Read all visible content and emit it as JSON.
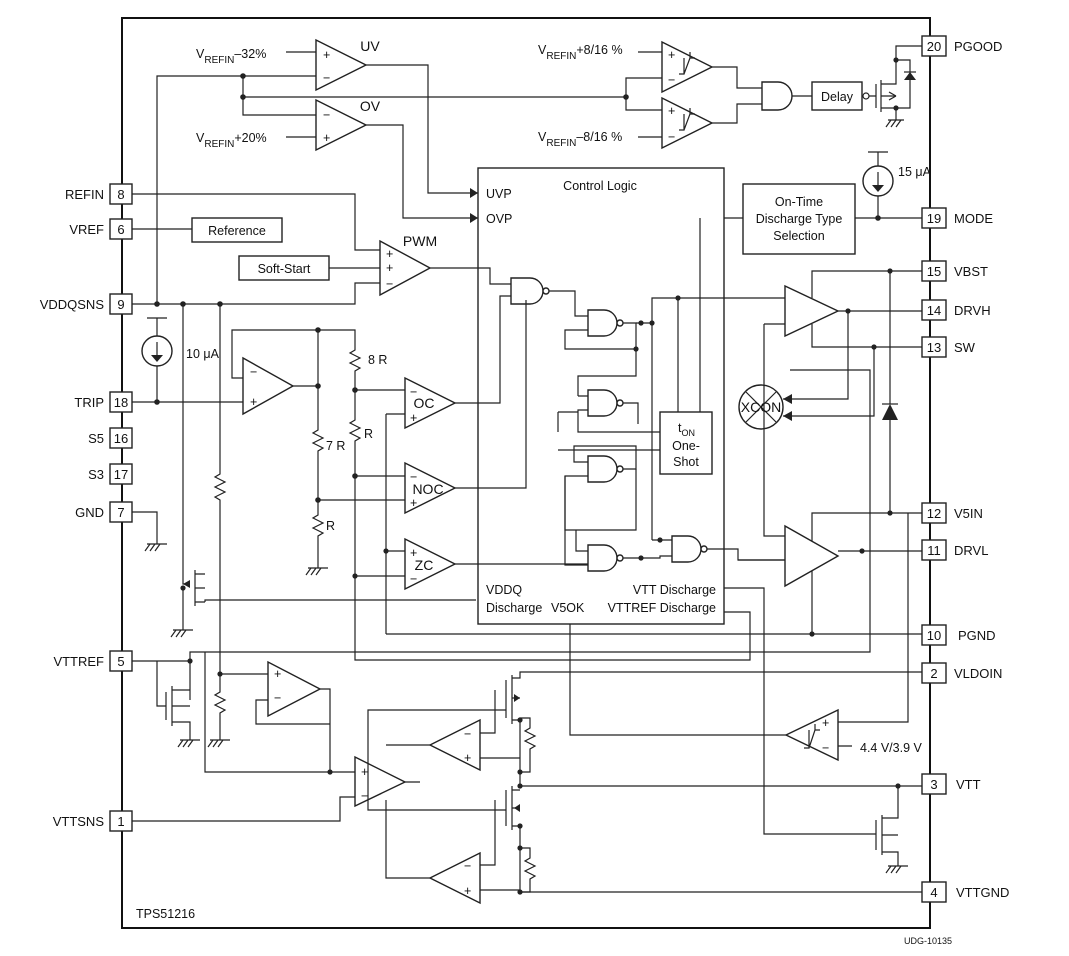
{
  "chip": {
    "name": "TPS51216",
    "doc_id": "UDG-10135"
  },
  "pins_left": [
    {
      "num": "8",
      "name": "REFIN"
    },
    {
      "num": "6",
      "name": "VREF"
    },
    {
      "num": "9",
      "name": "VDDQSNS"
    },
    {
      "num": "18",
      "name": "TRIP"
    },
    {
      "num": "16",
      "name": "S5"
    },
    {
      "num": "17",
      "name": "S3"
    },
    {
      "num": "7",
      "name": "GND"
    },
    {
      "num": "5",
      "name": "VTTREF"
    },
    {
      "num": "1",
      "name": "VTTSNS"
    }
  ],
  "pins_right": [
    {
      "num": "20",
      "name": "PGOOD"
    },
    {
      "num": "19",
      "name": "MODE"
    },
    {
      "num": "15",
      "name": "VBST"
    },
    {
      "num": "14",
      "name": "DRVH"
    },
    {
      "num": "13",
      "name": "SW"
    },
    {
      "num": "12",
      "name": "V5IN"
    },
    {
      "num": "11",
      "name": "DRVL"
    },
    {
      "num": "10",
      "name": "PGND"
    },
    {
      "num": "2",
      "name": "VLDOIN"
    },
    {
      "num": "3",
      "name": "VTT"
    },
    {
      "num": "4",
      "name": "VTTGND"
    }
  ],
  "refs": {
    "refin_m32": {
      "sub": "REFIN",
      "suffix": "–32%"
    },
    "refin_p20": {
      "sub": "REFIN",
      "suffix": "+20%"
    },
    "refin_p8": {
      "sub": "REFIN",
      "suffix": "+8/16 %"
    },
    "refin_m8": {
      "sub": "REFIN",
      "suffix": "–8/16 %"
    },
    "v": "V"
  },
  "comparators": {
    "uv": "UV",
    "ov": "OV",
    "pwm": "PWM",
    "oc": "OC",
    "noc": "NOC",
    "zc": "ZC",
    "xcon": "XCON"
  },
  "blocks": {
    "reference": "Reference",
    "soft_start": "Soft-Start",
    "delay": "Delay",
    "on_time": [
      "On-Time",
      "Discharge Type",
      "Selection"
    ],
    "control_logic": "Control Logic",
    "uvp": "UVP",
    "ovp": "OVP",
    "ton_t": "t",
    "ton_sub": "ON",
    "one_shot": [
      "One-",
      "Shot"
    ],
    "vddq": "VDDQ",
    "discharge": "Discharge",
    "v5ok": "V5OK",
    "vtt_discharge": "VTT Discharge",
    "vttref_discharge": "VTTREF Discharge"
  },
  "values": {
    "i15": "15 μA",
    "i10": "10 μA",
    "r8": "8 R",
    "r7": "7 R",
    "r": "R",
    "r2": "R",
    "uvlo": "4.4 V/3.9 V"
  }
}
